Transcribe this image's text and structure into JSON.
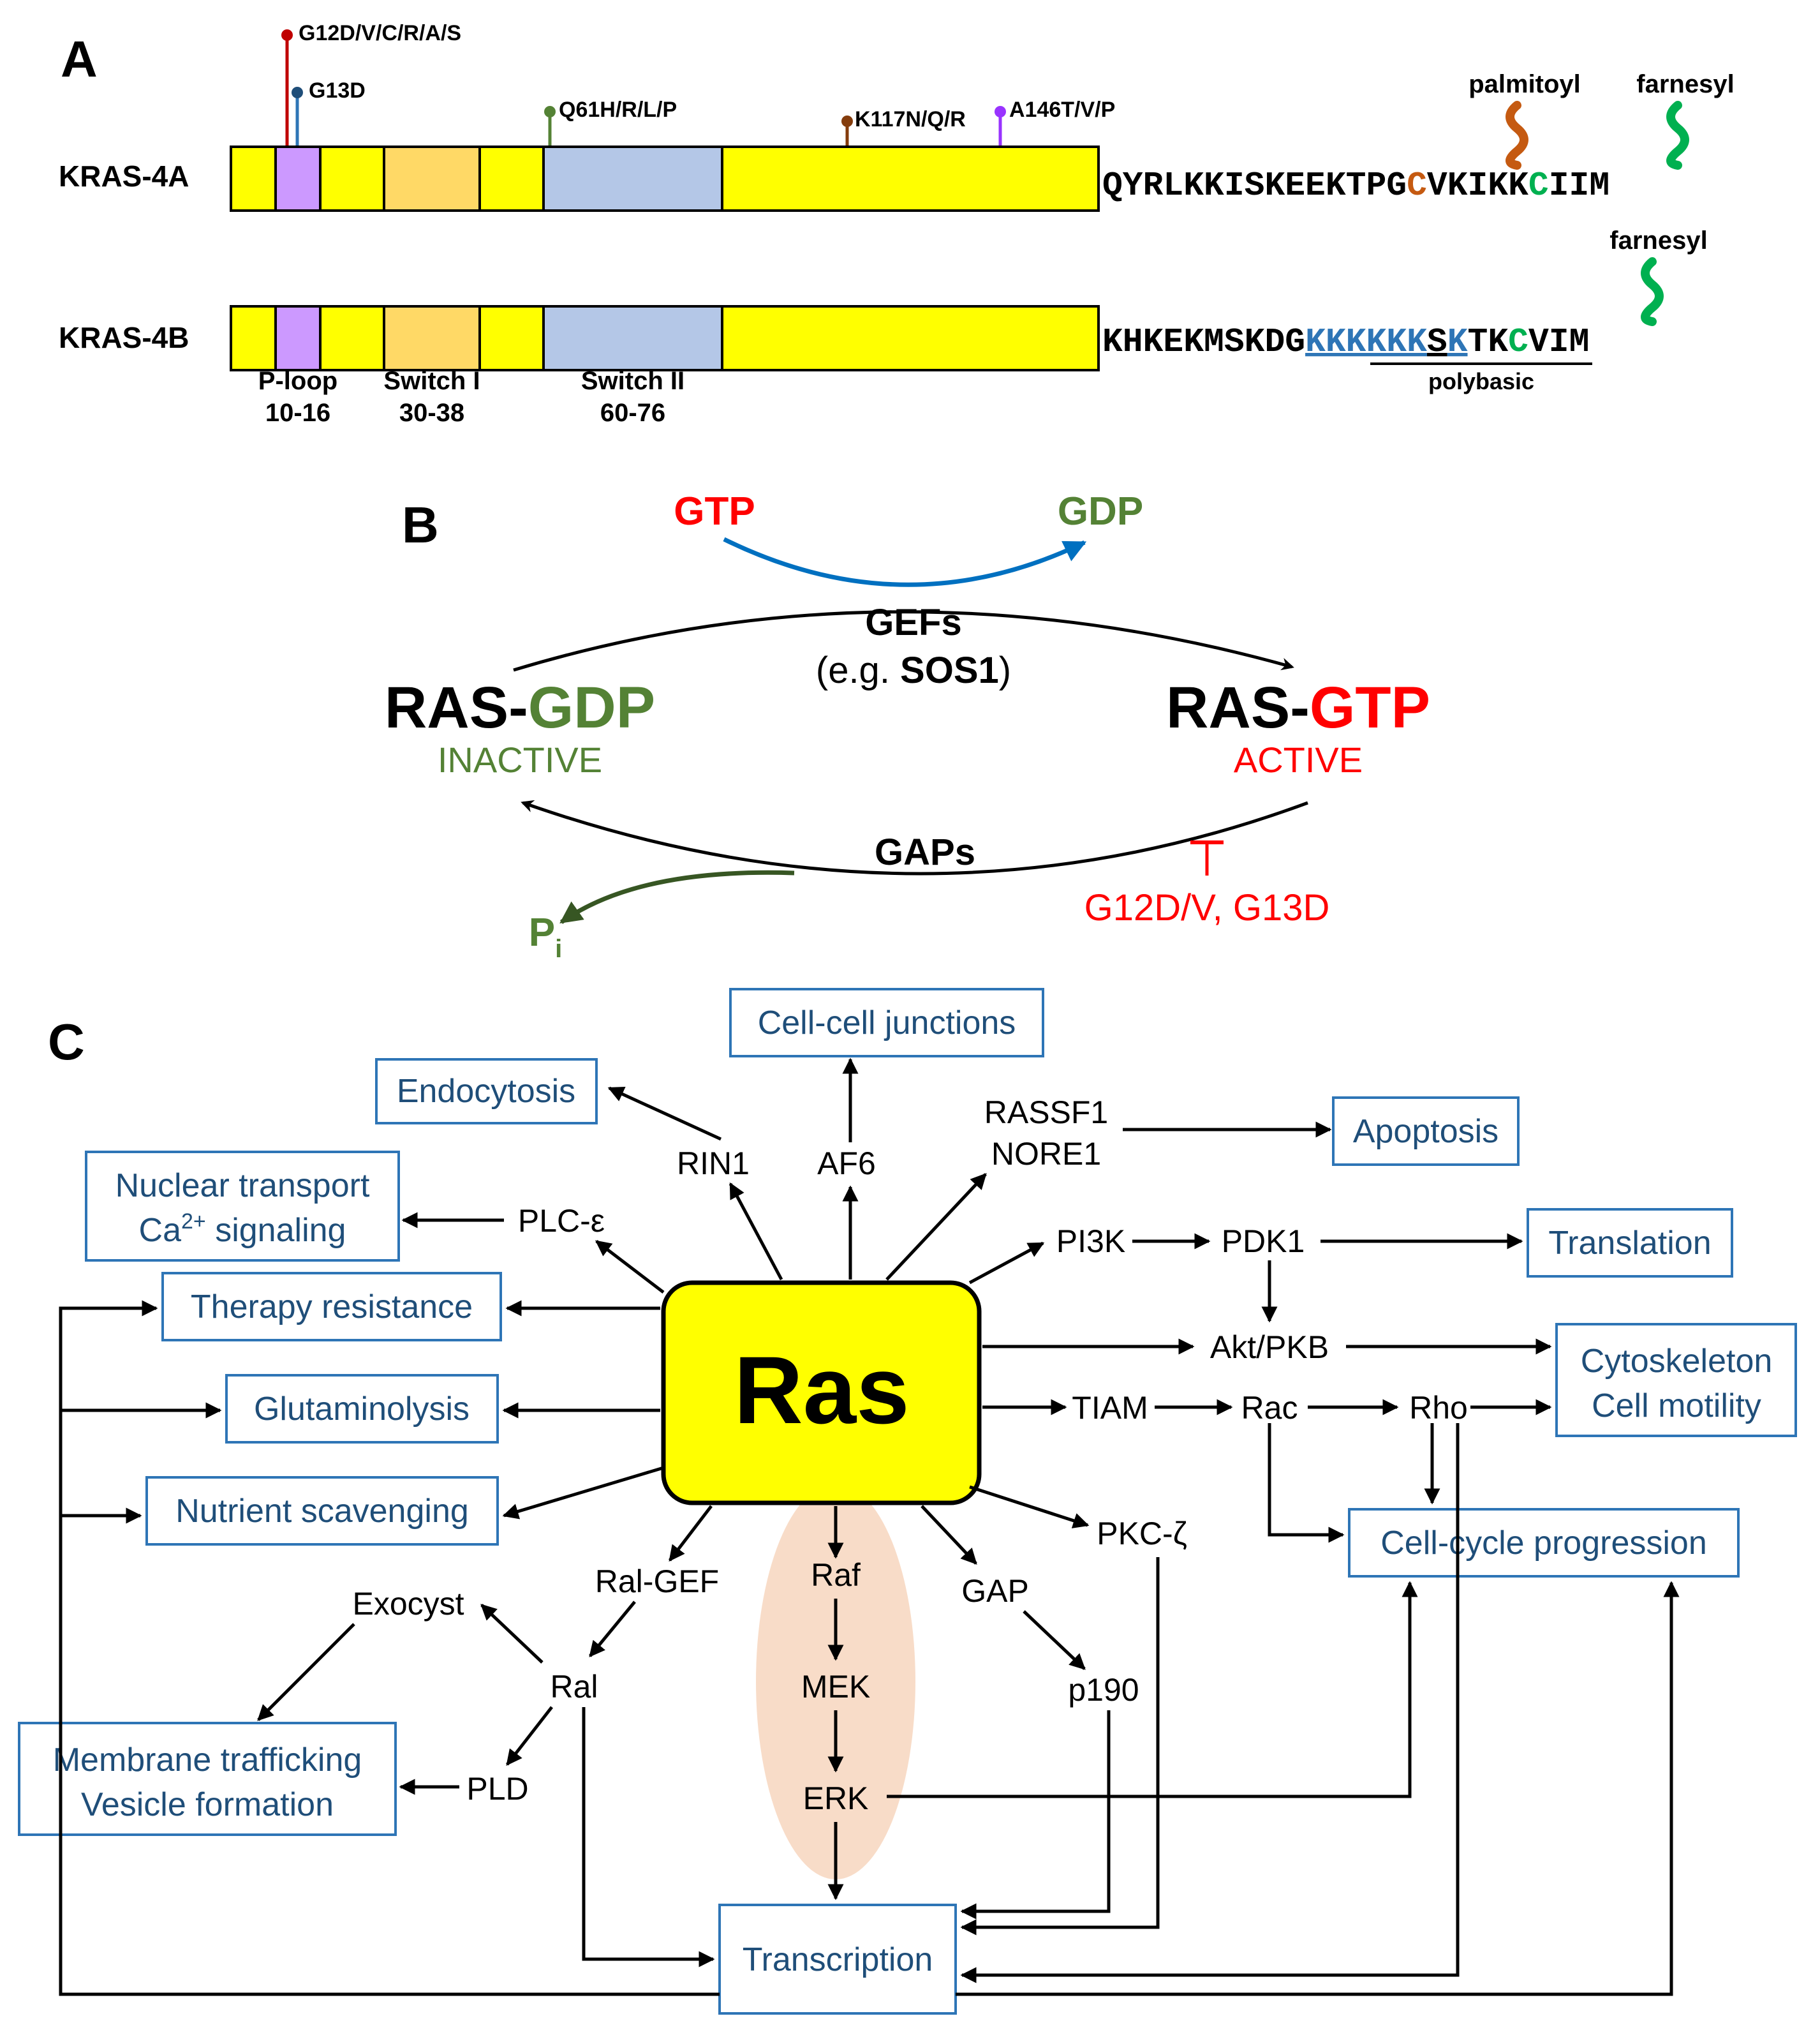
{
  "colors": {
    "domain_bar": "#ffff00",
    "p_loop": "#cc99ff",
    "switch1": "#ffd966",
    "switch2": "#b4c7e7",
    "gdp_green": "#548235",
    "gtp_red": "#ff0000",
    "palmitoyl_orange": "#c55a11",
    "farnesyl_green": "#00b050",
    "polybasic_blue": "#2e75b6",
    "box_border": "#2e75b6",
    "box_text": "#1f4e79",
    "mapk_oval": "#f8dcc8",
    "gtp_gdp_arrow": "#0070c0"
  },
  "panel_a": {
    "label": "A",
    "mutations": [
      "G12D/V/C/R/A/S",
      "G13D",
      "Q61H/R/L/P",
      "K117N/Q/R",
      "A146T/V/P"
    ],
    "kras4a": {
      "name": "KRAS-4A",
      "seq_pre": "QYRLKKISKEEKTPG",
      "seq_c1": "C",
      "seq_mid": "VKIKK",
      "seq_c2": "C",
      "seq_post": "IIM",
      "palmitoyl": "palmitoyl",
      "farnesyl": "farnesyl"
    },
    "kras4b": {
      "name": "KRAS-4B",
      "seq_pre": "KHKEKMSKDG",
      "seq_poly1": "KKKKKK",
      "seq_s": "S",
      "seq_poly2": "K",
      "seq_tk": "TK",
      "seq_c": "C",
      "seq_post": "VIM",
      "polybasic": "polybasic",
      "farnesyl": "farnesyl"
    },
    "domains": {
      "ploop_name": "P-loop",
      "ploop_range": "10-16",
      "switch1_name": "Switch I",
      "switch1_range": "30-38",
      "switch2_name": "Switch II",
      "switch2_range": "60-76"
    }
  },
  "panel_b": {
    "label": "B",
    "gtp": "GTP",
    "gdp": "GDP",
    "gefs": "GEFs",
    "eg_pre": "(e.g. ",
    "sos1": "SOS1",
    "eg_post": ")",
    "ras_prefix": "RAS-",
    "ras_gdp": "GDP",
    "ras_gtp": "GTP",
    "inactive": "INACTIVE",
    "active": "ACTIVE",
    "gaps": "GAPs",
    "pi_p": "P",
    "pi_i": "i",
    "mutants": "G12D/V, G13D"
  },
  "panel_c": {
    "label": "C",
    "ras": "Ras",
    "boxes": {
      "cell_junctions": "Cell-cell junctions",
      "endocytosis": "Endocytosis",
      "apoptosis": "Apoptosis",
      "nuclear_1": "Nuclear transport",
      "nuclear_2_pre": "Ca",
      "nuclear_2_sup": "2+",
      "nuclear_2_post": " signaling",
      "translation": "Translation",
      "therapy": "Therapy resistance",
      "cytoskeleton_1": "Cytoskeleton",
      "cytoskeleton_2": "Cell motility",
      "glutaminolysis": "Glutaminolysis",
      "nutrient": "Nutrient scavenging",
      "cellcycle": "Cell-cycle progression",
      "membrane_1": "Membrane trafficking",
      "membrane_2": "Vesicle formation",
      "transcription": "Transcription"
    },
    "nodes": {
      "rin1": "RIN1",
      "af6": "AF6",
      "rassf1": "RASSF1",
      "nore1": "NORE1",
      "plce": "PLC-ε",
      "pi3k": "PI3K",
      "pdk1": "PDK1",
      "akt": "Akt/PKB",
      "tiam": "TIAM",
      "rac": "Rac",
      "rho": "Rho",
      "pkcz": "PKC-ζ",
      "ralgef": "Ral-GEF",
      "raf": "Raf",
      "mek": "MEK",
      "erk": "ERK",
      "gap": "GAP",
      "p190": "p190",
      "exocyst": "Exocyst",
      "ral": "Ral",
      "pld": "PLD"
    }
  }
}
